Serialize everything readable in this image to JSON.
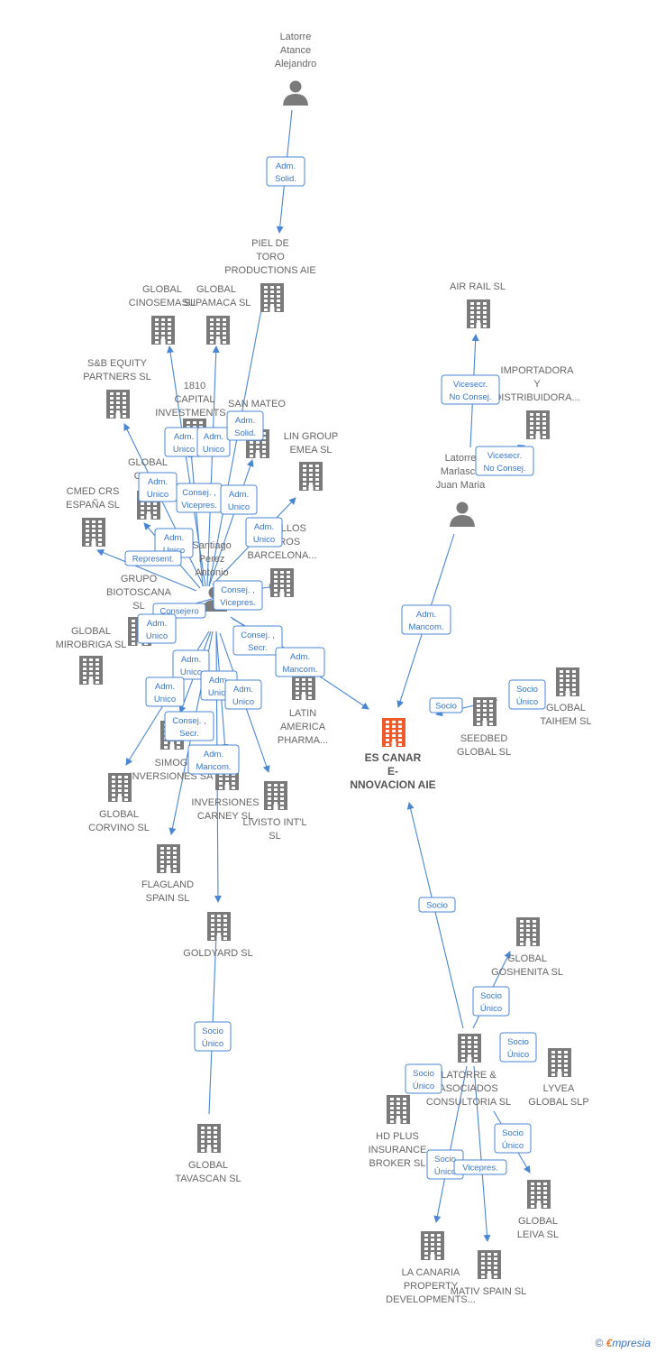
{
  "colors": {
    "edge": "#4a86d4",
    "node": "#7a7a7a",
    "focus": "#f05a2a",
    "label": "#666666"
  },
  "nodes": [
    {
      "id": "latorre_atance",
      "type": "person",
      "lines": [
        "Latorre",
        "Atance",
        "Alejandro"
      ]
    },
    {
      "id": "piel_de_toro",
      "type": "company",
      "lines": [
        "PIEL DE",
        "TORO",
        "PRODUCTIONS AIE"
      ]
    },
    {
      "id": "global_cinosema",
      "type": "company",
      "lines": [
        "GLOBAL",
        "CINOSEMA SL"
      ]
    },
    {
      "id": "global_supamaca",
      "type": "company",
      "lines": [
        "GLOBAL",
        "SUPAMACA SL"
      ]
    },
    {
      "id": "sb_equity",
      "type": "company",
      "lines": [
        "S&B EQUITY",
        "PARTNERS  SL"
      ]
    },
    {
      "id": "c1810",
      "type": "company",
      "lines": [
        "1810",
        "CAPITAL",
        "INVESTMENTS..."
      ]
    },
    {
      "id": "san_mateo",
      "type": "company",
      "lines": [
        "SAN MATEO",
        "SL"
      ]
    },
    {
      "id": "lin_group",
      "type": "company",
      "lines": [
        "LIN GROUP",
        "EMEA  SL"
      ]
    },
    {
      "id": "global_cal",
      "type": "company",
      "lines": [
        "GLOBAL",
        "CAL..."
      ]
    },
    {
      "id": "cmed",
      "type": "company",
      "lines": [
        "CMED CRS",
        "ESPAÑA  SL"
      ]
    },
    {
      "id": "rollos",
      "type": "company",
      "lines": [
        "...ROLLOS",
        "...EROS",
        "BARCELONA..."
      ]
    },
    {
      "id": "santiago",
      "type": "person",
      "lines": [
        "Santiago",
        "Perez",
        "Antonio"
      ]
    },
    {
      "id": "biotoscana",
      "type": "company",
      "lines": [
        "GRUPO",
        "BIOTOSCANA",
        "SL"
      ]
    },
    {
      "id": "mirobriga",
      "type": "company",
      "lines": [
        "GLOBAL",
        "MIROBRIGA SL"
      ]
    },
    {
      "id": "latin_america",
      "type": "company",
      "lines": [
        "LATIN",
        "AMERICA",
        "PHARMA..."
      ]
    },
    {
      "id": "simog",
      "type": "company",
      "lines": [
        "SIMOG",
        "INVERSIONES SA"
      ]
    },
    {
      "id": "carney",
      "type": "company",
      "lines": [
        "INVERSIONES",
        "CARNEY SL"
      ]
    },
    {
      "id": "livisto",
      "type": "company",
      "lines": [
        "LIVISTO INT'L",
        "SL"
      ]
    },
    {
      "id": "corvino",
      "type": "company",
      "lines": [
        "GLOBAL",
        "CORVINO SL"
      ]
    },
    {
      "id": "flagland",
      "type": "company",
      "lines": [
        "FLAGLAND",
        "SPAIN SL"
      ]
    },
    {
      "id": "goldyard",
      "type": "company",
      "lines": [
        "GOLDYARD SL"
      ]
    },
    {
      "id": "tavascan",
      "type": "company",
      "lines": [
        "GLOBAL",
        "TAVASCAN  SL"
      ]
    },
    {
      "id": "air_rail",
      "type": "company",
      "lines": [
        "AIR RAIL SL"
      ]
    },
    {
      "id": "importadora",
      "type": "company",
      "lines": [
        "IMPORTADORA",
        "Y",
        "DISTRIBUIDORA..."
      ]
    },
    {
      "id": "latorre_marlasca",
      "type": "person",
      "lines": [
        "Latorre",
        "Marlasca",
        "Juan Maria"
      ]
    },
    {
      "id": "es_canar",
      "type": "focus",
      "lines": [
        "ES CANAR",
        "E-",
        "NNOVACION AIE"
      ]
    },
    {
      "id": "seedbed",
      "type": "company",
      "lines": [
        "SEEDBED",
        "GLOBAL  SL"
      ]
    },
    {
      "id": "taihem",
      "type": "company",
      "lines": [
        "GLOBAL",
        "TAIHEM SL"
      ]
    },
    {
      "id": "goshenita",
      "type": "company",
      "lines": [
        "GLOBAL",
        "GOSHENITA SL"
      ]
    },
    {
      "id": "latorre_asociados",
      "type": "company",
      "lines": [
        "LATORRE &",
        "ASOCIADOS",
        "CONSULTORIA SL"
      ]
    },
    {
      "id": "lyvea",
      "type": "company",
      "lines": [
        "LYVEA",
        "GLOBAL  SLP"
      ]
    },
    {
      "id": "hd_plus",
      "type": "company",
      "lines": [
        "HD PLUS",
        "INSURANCE",
        "BROKER  SL"
      ]
    },
    {
      "id": "leiva",
      "type": "company",
      "lines": [
        "GLOBAL",
        "LEIVA  SL"
      ]
    },
    {
      "id": "la_canaria",
      "type": "company",
      "lines": [
        "LA CANARIA",
        "PROPERTY",
        "DEVELOPMENTS..."
      ]
    },
    {
      "id": "mativ",
      "type": "company",
      "lines": [
        "MATIV SPAIN  SL"
      ]
    }
  ],
  "relations": [
    {
      "lines": [
        "Adm.",
        "Solid."
      ]
    },
    {
      "lines": [
        "Adm.",
        "Unico"
      ]
    },
    {
      "lines": [
        "Adm.",
        "Unico"
      ]
    },
    {
      "lines": [
        "Adm.",
        "Solid."
      ]
    },
    {
      "lines": [
        "Adm.",
        "Unico"
      ]
    },
    {
      "lines": [
        "Consej. ,",
        "Vicepres."
      ]
    },
    {
      "lines": [
        "Adm.",
        "Unico"
      ]
    },
    {
      "lines": [
        "Adm.",
        "Unico"
      ]
    },
    {
      "lines": [
        "Adm.",
        "Unico"
      ]
    },
    {
      "lines": [
        "Represent."
      ]
    },
    {
      "lines": [
        "Consej. ,",
        "Vicepres."
      ]
    },
    {
      "lines": [
        "Consejero"
      ]
    },
    {
      "lines": [
        "Adm.",
        "Unico"
      ]
    },
    {
      "lines": [
        "Consej. ,",
        "Secr."
      ]
    },
    {
      "lines": [
        "Adm.",
        "Mancom."
      ]
    },
    {
      "lines": [
        "Adm.",
        "Unico"
      ]
    },
    {
      "lines": [
        "Adm.",
        "Unico"
      ]
    },
    {
      "lines": [
        "Adm.",
        "Unico"
      ]
    },
    {
      "lines": [
        "Adm.",
        "Unico"
      ]
    },
    {
      "lines": [
        "Consej. ,",
        "Secr."
      ]
    },
    {
      "lines": [
        "Adm.",
        "Mancom."
      ]
    },
    {
      "lines": [
        "Socio",
        "Único"
      ]
    },
    {
      "lines": [
        "Vicesecr.",
        "No Consej."
      ]
    },
    {
      "lines": [
        "Vicesecr.",
        "No Consej."
      ]
    },
    {
      "lines": [
        "Adm.",
        "Mancom."
      ]
    },
    {
      "lines": [
        "Socio"
      ]
    },
    {
      "lines": [
        "Socio",
        "Único"
      ]
    },
    {
      "lines": [
        "Socio"
      ]
    },
    {
      "lines": [
        "Socio",
        "Único"
      ]
    },
    {
      "lines": [
        "Socio",
        "Único"
      ]
    },
    {
      "lines": [
        "Socio",
        "Único"
      ]
    },
    {
      "lines": [
        "Socio",
        "Único"
      ]
    },
    {
      "lines": [
        "Socio",
        "Único"
      ]
    },
    {
      "lines": [
        "Vicepres."
      ]
    }
  ],
  "footer": {
    "copyright": "©",
    "brand_e": "€",
    "brand_rest": "mpresia"
  }
}
